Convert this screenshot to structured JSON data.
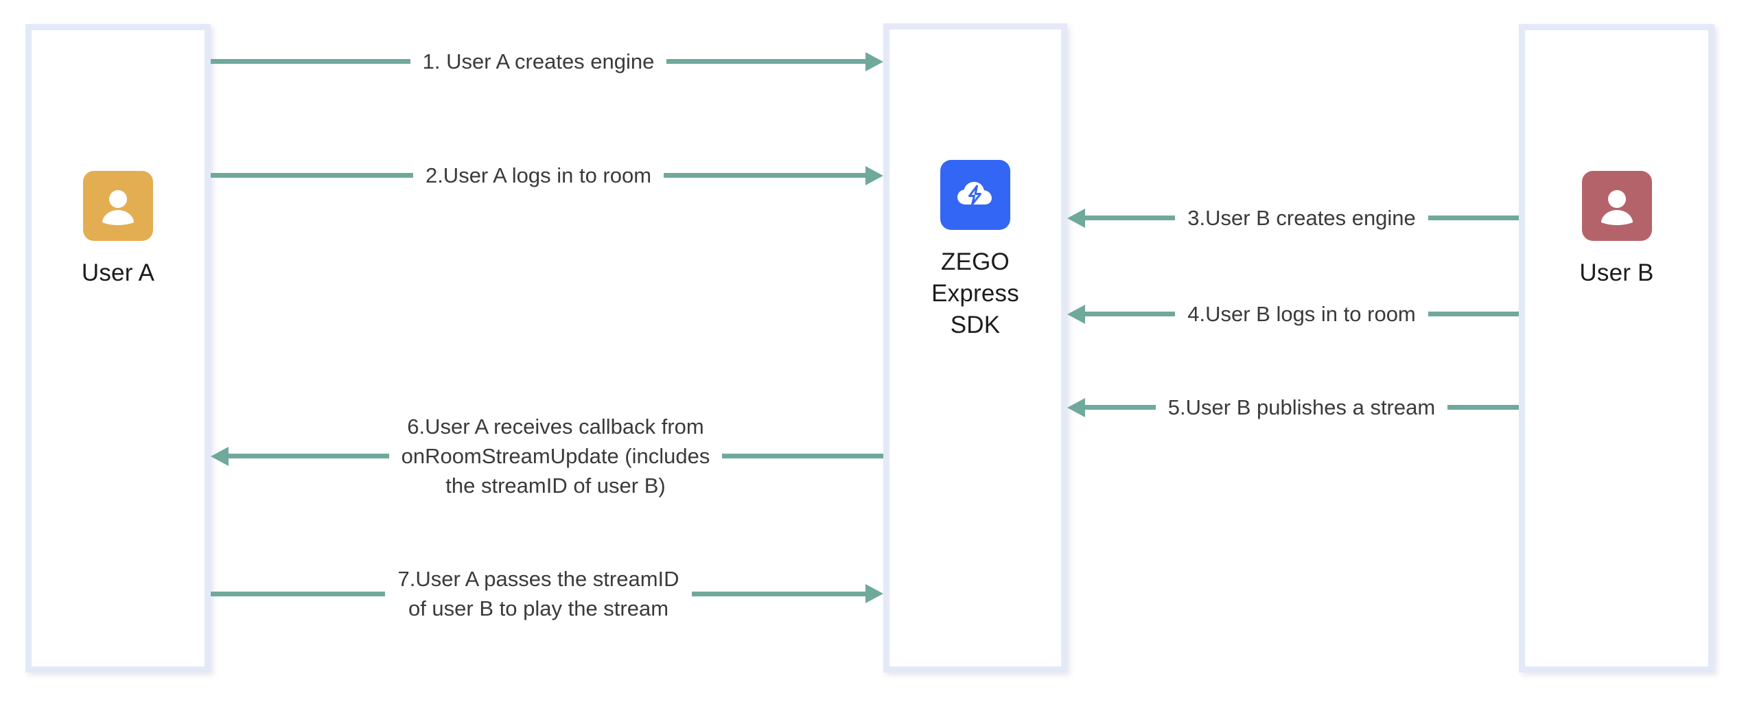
{
  "diagram": {
    "title": "ZEGO Express SDK stream publish and play sequence",
    "colors": {
      "lane_border": "#e4e9f8",
      "arrow": "#6fa99c",
      "user_a_avatar": "#e3ae51",
      "user_b_avatar": "#b5636a",
      "sdk_logo": "#3366f5",
      "text": "#3a3a3a"
    },
    "nodes": [
      {
        "id": "user-a",
        "label": "User A",
        "icon": "person-avatar-icon"
      },
      {
        "id": "zego-sdk",
        "label": "ZEGO\nExpress\nSDK",
        "icon": "zego-cloud-bolt-logo"
      },
      {
        "id": "user-b",
        "label": "User B",
        "icon": "person-avatar-icon"
      }
    ],
    "arrows": [
      {
        "step": 1,
        "label": "1. User A creates engine",
        "from": "user-a",
        "to": "zego-sdk",
        "direction": "right"
      },
      {
        "step": 2,
        "label": "2.User A logs in to room",
        "from": "user-a",
        "to": "zego-sdk",
        "direction": "right"
      },
      {
        "step": 3,
        "label": "3.User B creates engine",
        "from": "user-b",
        "to": "zego-sdk",
        "direction": "left"
      },
      {
        "step": 4,
        "label": "4.User B logs in to room",
        "from": "user-b",
        "to": "zego-sdk",
        "direction": "left"
      },
      {
        "step": 5,
        "label": "5.User B publishes a stream",
        "from": "user-b",
        "to": "zego-sdk",
        "direction": "left"
      },
      {
        "step": 6,
        "label": "6.User A receives callback from\nonRoomStreamUpdate (includes\nthe streamID of user B)",
        "from": "zego-sdk",
        "to": "user-a",
        "direction": "left"
      },
      {
        "step": 7,
        "label": "7.User A passes the streamID\nof user B to play the stream",
        "from": "user-a",
        "to": "zego-sdk",
        "direction": "right"
      }
    ]
  }
}
